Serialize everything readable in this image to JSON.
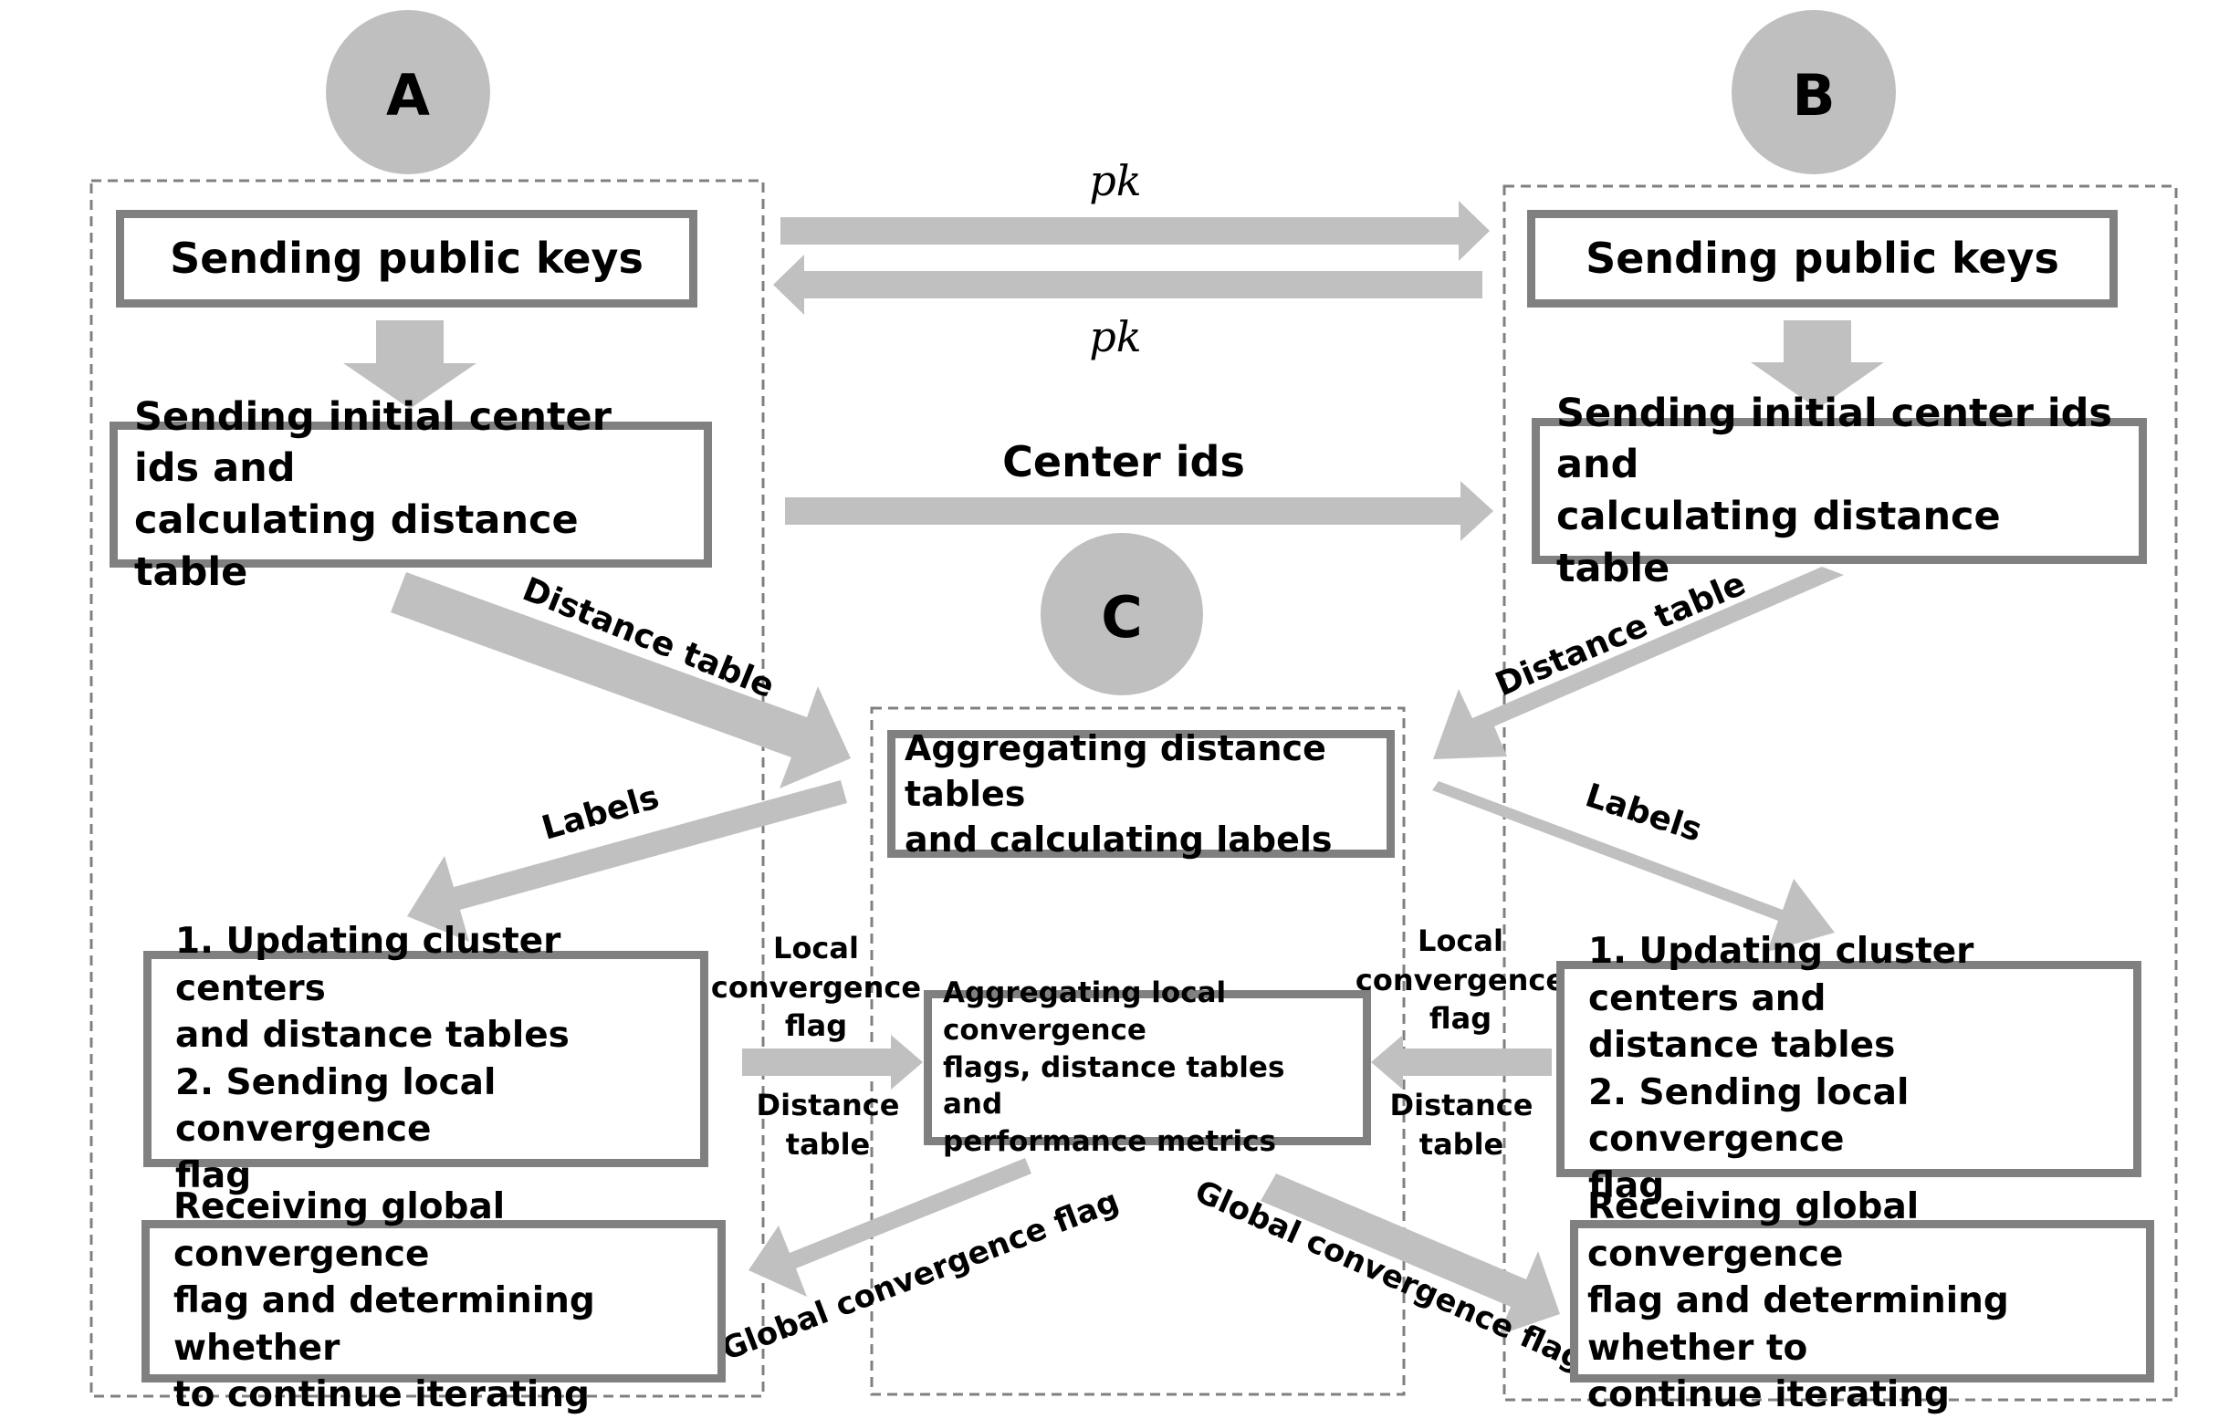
{
  "parties": {
    "a": "A",
    "b": "B",
    "c": "C"
  },
  "boxes": {
    "a_send_keys": "Sending public keys",
    "b_send_keys": "Sending public keys",
    "a_init": "Sending initial center ids and\ncalculating distance table",
    "b_init": "Sending initial center ids and\ncalculating distance table",
    "c_aggregate": "Aggregating distance tables\nand calculating labels",
    "a_update": "1. Updating cluster centers\nand distance tables\n2. Sending local convergence\nflag",
    "b_update": "1. Updating cluster centers and\ndistance tables\n2. Sending local convergence\nflag",
    "c_aggregate_flags": "Aggregating local convergence\nflags, distance tables and\nperformance metrics",
    "a_receive": "Receiving global convergence\nflag and determining whether\nto continue iterating",
    "b_receive": "Receiving global convergence\nflag and determining whether to\ncontinue iterating"
  },
  "edges": {
    "pk_top": "pk",
    "pk_bottom": "pk",
    "center_ids": "Center ids",
    "distance_table_a": "Distance table",
    "distance_table_b": "Distance table",
    "labels_a": "Labels",
    "labels_b": "Labels",
    "local_flag_a": [
      "Local",
      "convergence",
      "flag"
    ],
    "local_flag_b": [
      "Local",
      "convergence",
      "flag"
    ],
    "distance_table_a2": [
      "Distance",
      "table"
    ],
    "distance_table_b2": [
      "Distance",
      "table"
    ],
    "global_flag_a": "Global convergence flag",
    "global_flag_b": "Global convergence flag"
  },
  "colors": {
    "arrow": "#c0c0c0",
    "circle": "#bfbfbf",
    "box_border": "#808080",
    "group_border": "#808080"
  }
}
